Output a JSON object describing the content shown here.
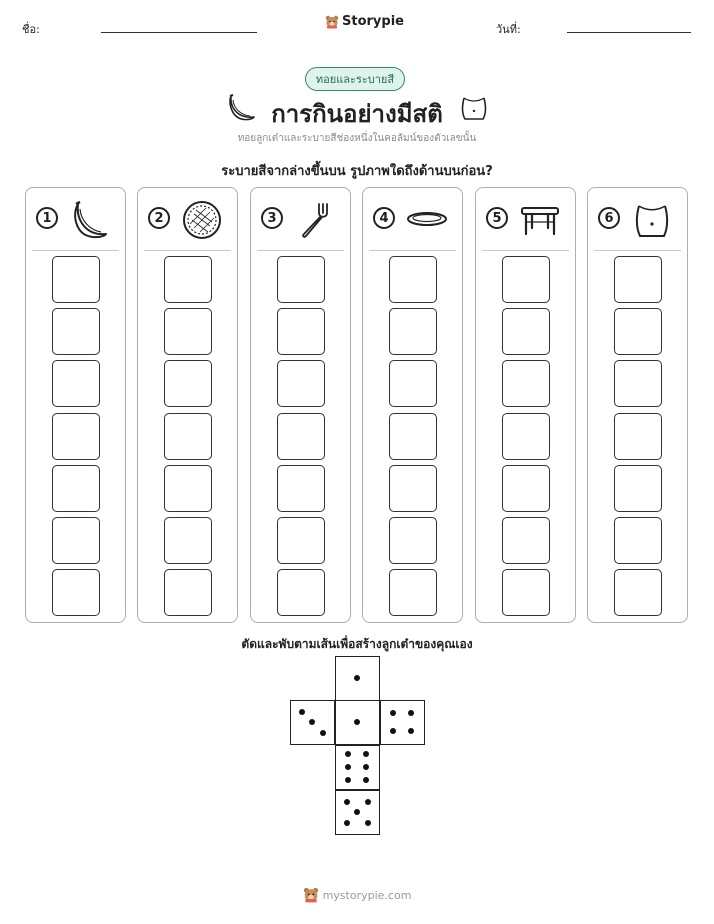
{
  "header": {
    "name_label": "ชื่อ:",
    "logo_text": "Storypie",
    "date_label": "วันที่:"
  },
  "badge": "ทอยและระบายสี",
  "title": "การกินอย่างมีสติ",
  "subtitle": "ทอยลูกเต๋าและระบายสีช่องหนึ่งในคอลัมน์ของตัวเลขนั้น",
  "question": "ระบายสีจากล่างขึ้นบน รูปภาพใดถึงด้านบนก่อน?",
  "columns": [
    {
      "number": "1",
      "icon": "banana-icon"
    },
    {
      "number": "2",
      "icon": "pie-icon"
    },
    {
      "number": "3",
      "icon": "fork-icon"
    },
    {
      "number": "4",
      "icon": "bowl-icon"
    },
    {
      "number": "5",
      "icon": "stool-icon"
    },
    {
      "number": "6",
      "icon": "belly-icon"
    }
  ],
  "boxes_per_column": 7,
  "cut_instruction": "ตัดและพับตามเส้นเพื่อสร้างลูกเต๋าของคุณเอง",
  "dice_faces": [
    1,
    3,
    1,
    4,
    6,
    5
  ],
  "footer": "mystorypie.com"
}
